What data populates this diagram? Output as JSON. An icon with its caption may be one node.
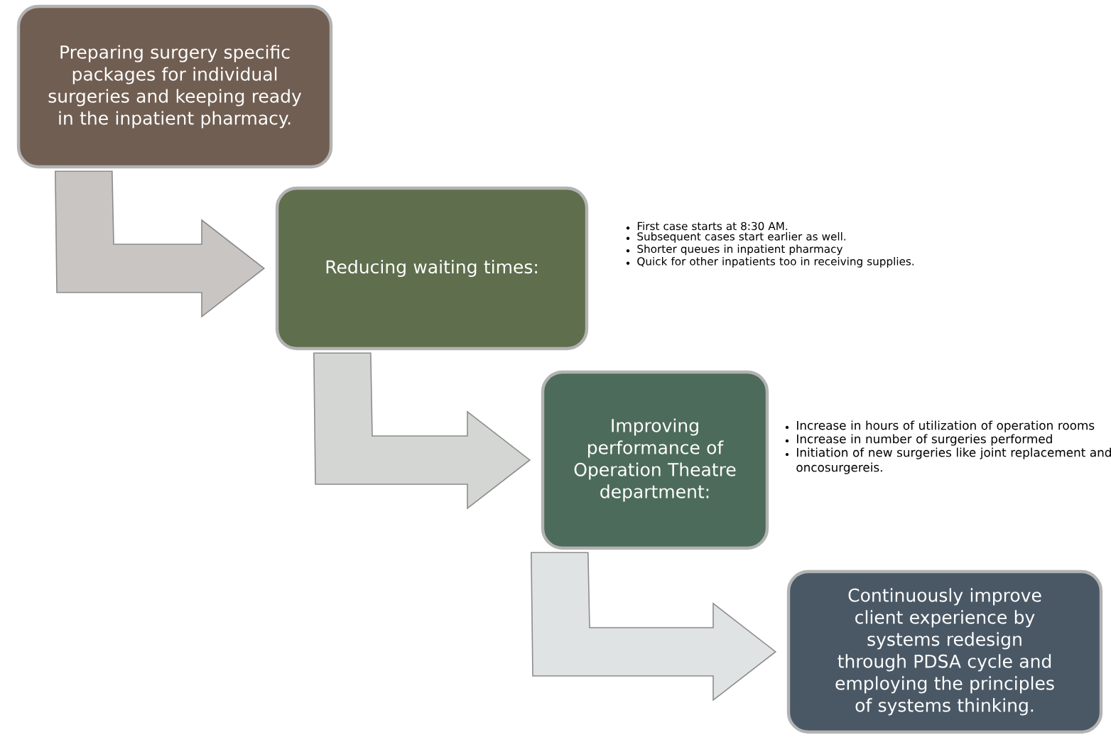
{
  "diagram": {
    "nodes": [
      {
        "text": [
          "Preparing surgery specific packages for individual surgeries and keeping ready in the inpatient pharmacy."
        ]
      },
      {
        "text": [
          "Reducing waiting times:"
        ],
        "beside": [
          "First case starts at 8:30 AM.",
          "Subsequent cases start earlier as well.",
          "Shorter queues in inpatient pharmacy",
          "Quick for other inpatients too in receiving supplies."
        ]
      },
      {
        "text": [
          "Improving performance of Operation Theatre department:"
        ],
        "beside": [
          "Increase in hours of utilization of operation rooms",
          "Increase in number of surgeries performed",
          "Initiation of new surgeries like joint replacement and oncosurgereis."
        ]
      },
      {
        "text": [
          "Continuously improve client experience by systems redesign through PDSA cycle and employing the principles of systems thinking."
        ]
      }
    ],
    "edges": [
      {
        "from": 0,
        "to": 1,
        "arrow": "to"
      },
      {
        "from": 1,
        "to": 2,
        "arrow": "to"
      },
      {
        "from": 2,
        "to": 3,
        "arrow": "to"
      }
    ]
  }
}
